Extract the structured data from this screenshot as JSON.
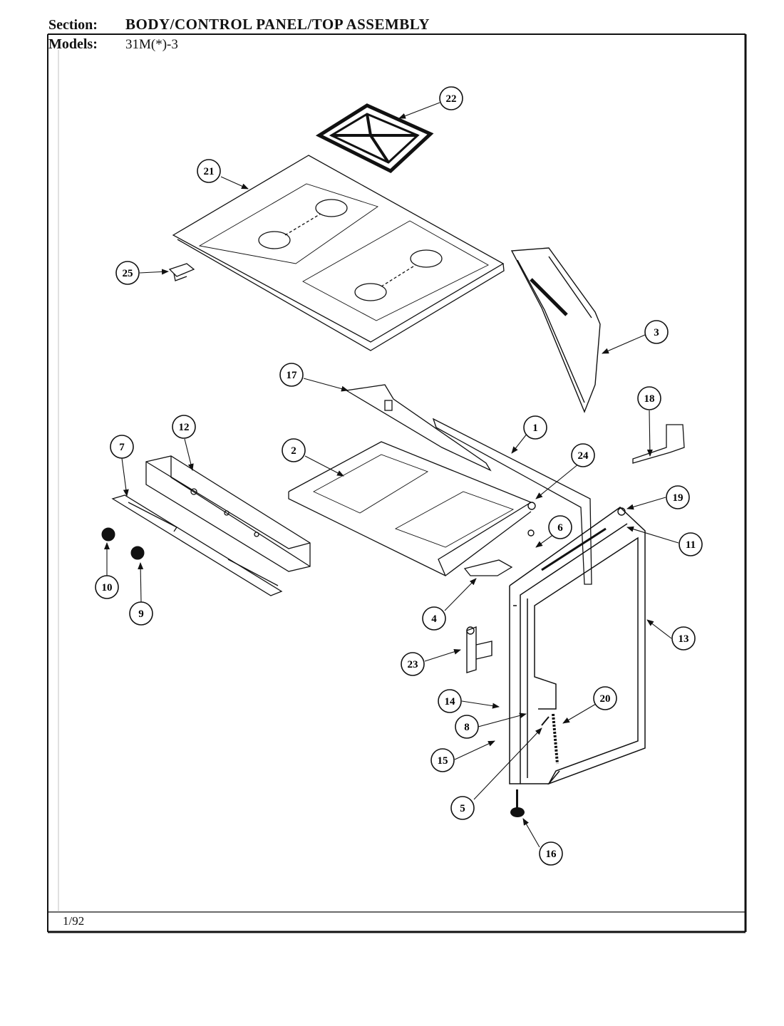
{
  "header": {
    "section_label": "Section:",
    "section_value": "BODY/CONTROL PANEL/TOP ASSEMBLY",
    "models_label": "Models:",
    "models_value": "31M(*)-3"
  },
  "footer": {
    "date": "1/92"
  },
  "callouts": [
    "22",
    "21",
    "25",
    "3",
    "17",
    "18",
    "1",
    "12",
    "7",
    "2",
    "24",
    "19",
    "6",
    "11",
    "10",
    "9",
    "4",
    "13",
    "23",
    "14",
    "20",
    "8",
    "15",
    "5",
    "16"
  ]
}
